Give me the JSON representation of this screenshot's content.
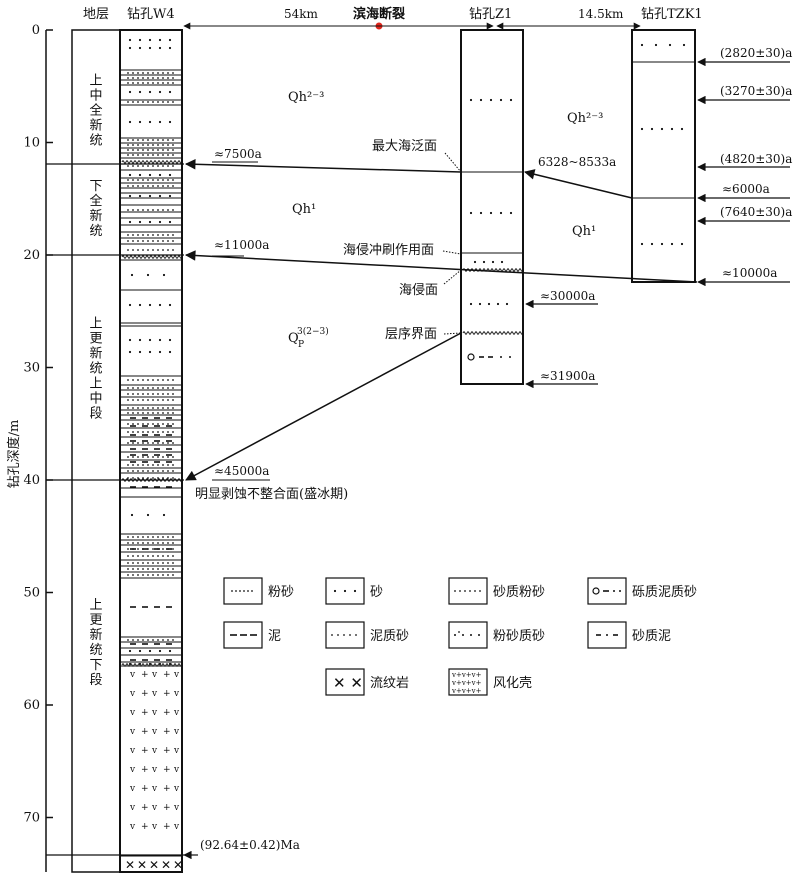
{
  "headers": {
    "strata": "地层",
    "w4": "钻孔W4",
    "z1": "钻孔Z1",
    "tzk1": "钻孔TZK1",
    "fault": "滨海断裂",
    "dist_w4_z1": "54km",
    "dist_z1_tzk1": "14.5km"
  },
  "y_axis": {
    "label": "钻孔深度/m",
    "ticks": [
      "0",
      "10",
      "20",
      "30",
      "40",
      "50",
      "60",
      "70"
    ]
  },
  "strata": [
    "上中全新统",
    "下全新统",
    "上更新统上中段",
    "上更新统下段"
  ],
  "units": {
    "qh23_a": "Qh²⁻³",
    "qh23_b": "Qh²⁻³",
    "qh1_a": "Qh¹",
    "qh1_b": "Qh¹",
    "qp_base": "Q",
    "qp_sup": "3(2−3)",
    "qp_sub": "P"
  },
  "surfaces": {
    "max_flood": "最大海泛面",
    "ravinement": "海侵冲刷作用面",
    "transgressive": "海侵面",
    "sequence": "层序界面",
    "unconformity": "明显剥蚀不整合面(盛冰期)"
  },
  "ages": {
    "w4_7500": "≈7500a",
    "w4_11000": "≈11000a",
    "w4_45000": "≈45000a",
    "w4_base": "(92.64±0.42)Ma",
    "z1_6328": "6328~8533a",
    "z1_30000": "≈30000a",
    "z1_31900": "≈31900a",
    "tzk_2820": "(2820±30)a",
    "tzk_3270": "(3270±30)a",
    "tzk_4820": "(4820±30)a",
    "tzk_6000": "≈6000a",
    "tzk_7640": "(7640±30)a",
    "tzk_10000": "≈10000a"
  },
  "legend": {
    "silt": "粉砂",
    "sand": "砂",
    "sandy_silt": "砂质粉砂",
    "gravel_muddy_sand": "砾质泥质砂",
    "mud": "泥",
    "muddy_sand": "泥质砂",
    "silty_sand": "粉砂质砂",
    "sandy_mud": "砂质泥",
    "rhyolite": "流纹岩",
    "weathered_crust": "风化壳"
  },
  "colors": {
    "fault_dot": "#e0261c",
    "line": "#111111"
  }
}
